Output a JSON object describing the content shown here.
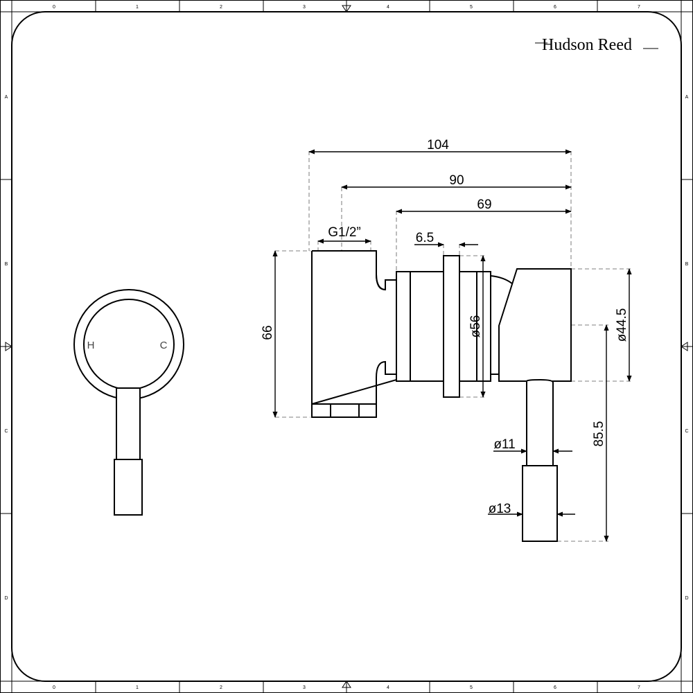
{
  "brand": {
    "logo_text": "Hudson Reed"
  },
  "frame": {
    "col_labels": [
      "0",
      "1",
      "2",
      "3",
      "4",
      "5",
      "6",
      "7"
    ],
    "row_labels": [
      "A",
      "B",
      "C",
      "D"
    ]
  },
  "front_view": {
    "hot_label": "H",
    "cold_label": "C"
  },
  "dimensions": {
    "overall_length": "104",
    "to_thread_center": "90",
    "body_length": "69",
    "thread": "G1/2”",
    "flange_thickness": "6.5",
    "height": "66",
    "flange_diameter": "ø56",
    "body_diameter": "ø44.5",
    "lever_drop": "85.5",
    "lever_diameter": "ø11",
    "grip_diameter": "ø13"
  }
}
